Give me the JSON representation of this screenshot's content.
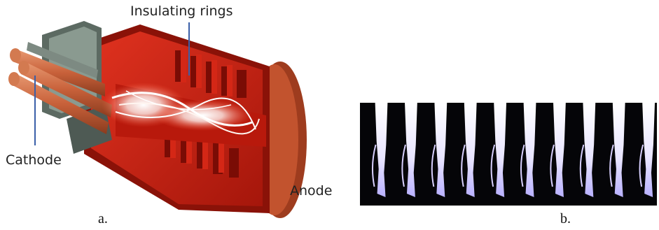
{
  "labels": {
    "insulating_rings": "Insulating rings",
    "cathode": "Cathode",
    "anode": "Anode"
  },
  "captions": {
    "a": "a.",
    "b": "b."
  },
  "colors": {
    "copper": "#c8613a",
    "housing_red": "#c41e12",
    "housing_dark": "#8a1208",
    "insulator_grey": "#7a8a80",
    "arc_white": "#ffffff",
    "plasma_black": "#050508",
    "plasma_glow": "#c8c0ff"
  }
}
